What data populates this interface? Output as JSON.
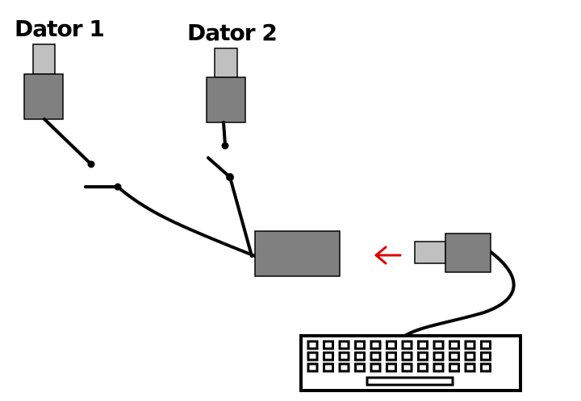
{
  "labels": {
    "computer1": "Dator 1",
    "computer2": "Dator 2"
  },
  "colors": {
    "background": "#ffffff",
    "plug_tip": "#c0c0c0",
    "plug_body": "#808080",
    "device": "#808080",
    "cable": "#000000",
    "arrow": "#e00000",
    "keyboard_outline": "#000000",
    "keyboard_key": "#ffffff"
  },
  "icons": {
    "switch_device": "kvm-switch-box",
    "keyboard": "keyboard-icon",
    "arrow": "arrow-left-icon"
  },
  "keyboard": {
    "key_rows": 3,
    "keys_per_row": 12
  }
}
